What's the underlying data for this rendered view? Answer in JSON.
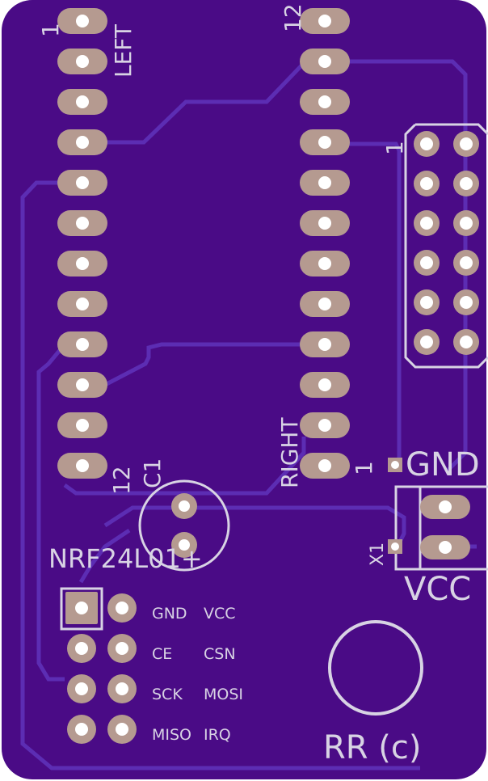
{
  "board": {
    "colors": {
      "substrate": "#4a0b86",
      "trace": "#5c2db3",
      "copper_pad": "#b59a90",
      "silkscreen": "#d8d3e4",
      "drill": "#ffffff"
    }
  },
  "headers": {
    "left": {
      "label": "LEFT",
      "pin_first": "1",
      "pin_last": "12",
      "pins": 12
    },
    "right": {
      "label": "RIGHT",
      "pin_first": "1",
      "pin_last": "12",
      "pins": 12
    },
    "isp": {
      "pin_first": "1",
      "rows": 6,
      "cols": 2
    }
  },
  "capacitor": {
    "label": "C1",
    "polarity": "+"
  },
  "power_connector": {
    "label": "X1",
    "gnd_label": "GND",
    "vcc_label": "VCC"
  },
  "radio": {
    "label": "NRF24L01+",
    "pins": [
      [
        "GND",
        "VCC"
      ],
      [
        "CE",
        "CSN"
      ],
      [
        "SCK",
        "MOSI"
      ],
      [
        "MISO",
        "IRQ"
      ]
    ]
  },
  "mounting_hole": "hole-outline",
  "copyright": "RR (c)"
}
